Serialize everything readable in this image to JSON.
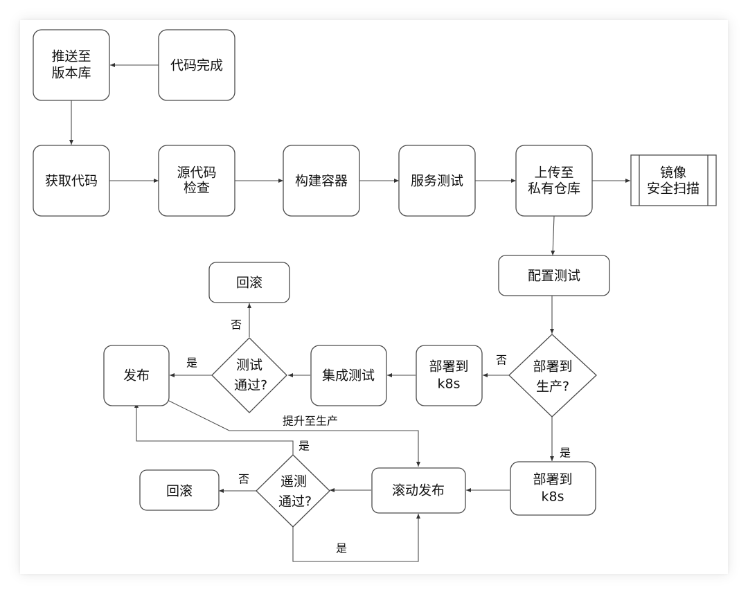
{
  "nodes": {
    "code_done": [
      "代码完成"
    ],
    "push_repo": [
      "推送至",
      "版本库"
    ],
    "fetch_code": [
      "获取代码"
    ],
    "source_check": [
      "源代码",
      "检查"
    ],
    "build_container": [
      "构建容器"
    ],
    "service_test": [
      "服务测试"
    ],
    "upload_registry": [
      "上传至",
      "私有仓库"
    ],
    "image_scan": [
      "镜像",
      "安全扫描"
    ],
    "config_test": [
      "配置测试"
    ],
    "deploy_prod_decision": [
      "部署到",
      "生产?"
    ],
    "deploy_k8s_test": [
      "部署到",
      "k8s"
    ],
    "integration_test": [
      "集成测试"
    ],
    "test_pass_decision": [
      "测试",
      "通过?"
    ],
    "rollback_top": [
      "回滚"
    ],
    "release": [
      "发布"
    ],
    "deploy_k8s_prod": [
      "部署到",
      "k8s"
    ],
    "rolling_release": [
      "滚动发布"
    ],
    "telemetry_decision": [
      "遥测",
      "通过?"
    ],
    "rollback_bottom": [
      "回滚"
    ]
  },
  "edge_labels": {
    "prod_no": "否",
    "prod_yes": "是",
    "test_no": "否",
    "test_yes": "是",
    "promote": "提升至生产",
    "telemetry_yes_up": "是",
    "telemetry_no": "否",
    "telemetry_yes_down": "是"
  }
}
